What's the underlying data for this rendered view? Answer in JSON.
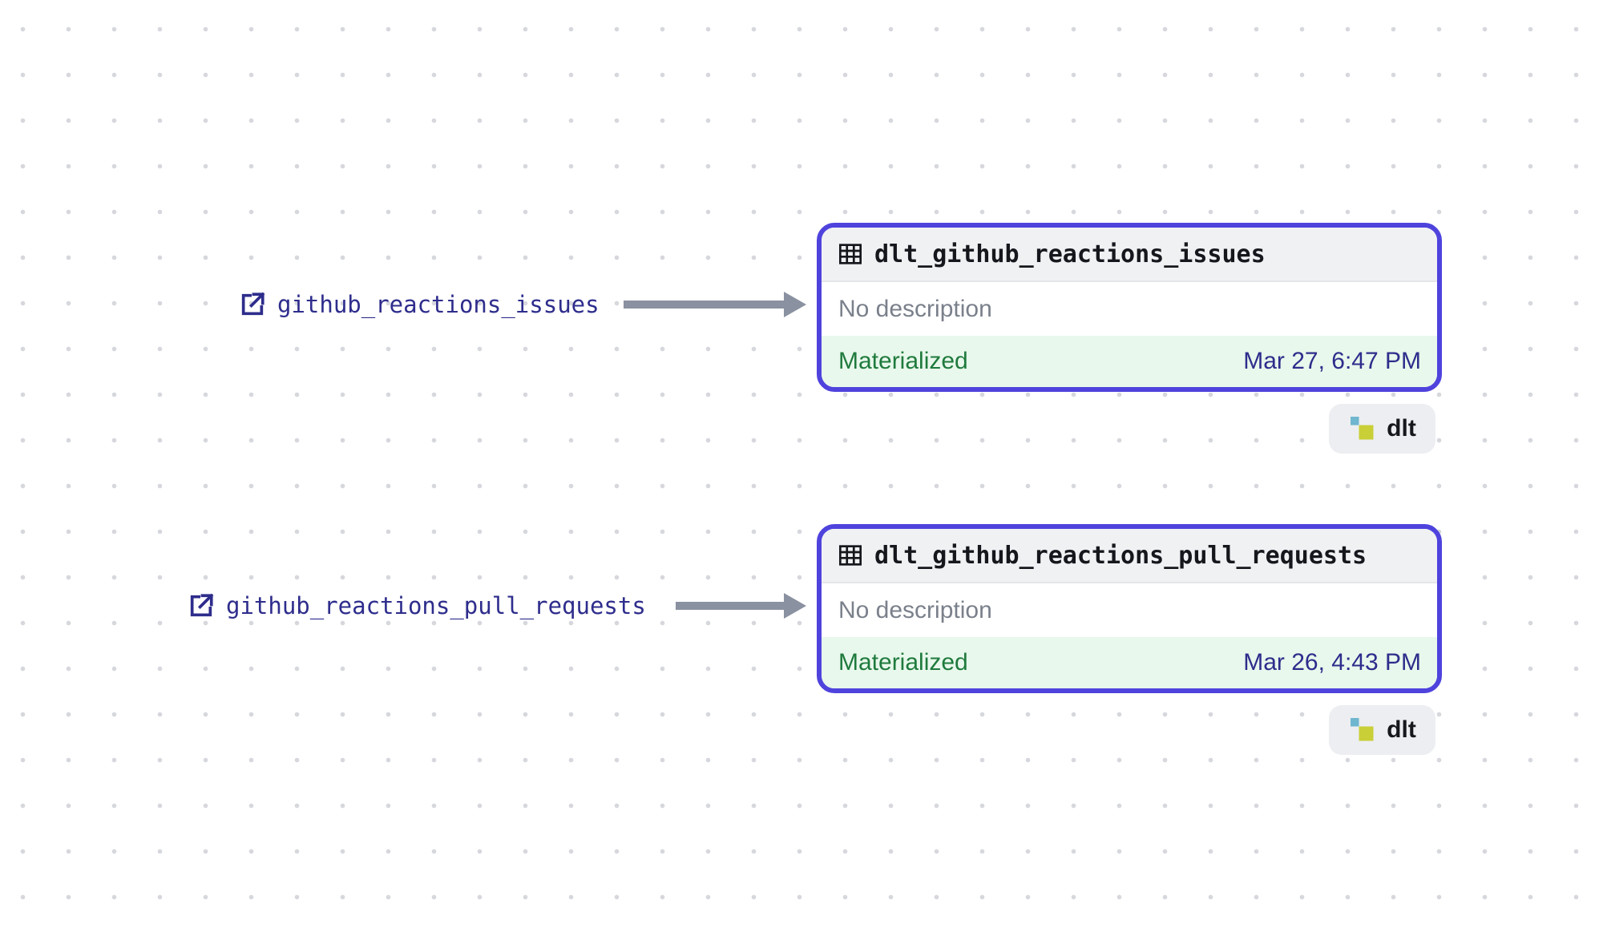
{
  "sources": [
    {
      "label": "github_reactions_issues",
      "icon": "external-link-icon"
    },
    {
      "label": "github_reactions_pull_requests",
      "icon": "external-link-icon"
    }
  ],
  "assets": [
    {
      "name": "dlt_github_reactions_issues",
      "description": "No description",
      "status": "Materialized",
      "timestamp": "Mar 27, 6:47 PM",
      "kind_tag": "dlt",
      "icon": "table-icon"
    },
    {
      "name": "dlt_github_reactions_pull_requests",
      "description": "No description",
      "status": "Materialized",
      "timestamp": "Mar 26, 4:43 PM",
      "kind_tag": "dlt",
      "icon": "table-icon"
    }
  ],
  "colors": {
    "selected_border": "#4f43dd",
    "materialized_bg": "#e8f8ec",
    "materialized_text": "#1f7a3d",
    "link_text": "#2e2d8c",
    "edge": "#8a91a0"
  }
}
